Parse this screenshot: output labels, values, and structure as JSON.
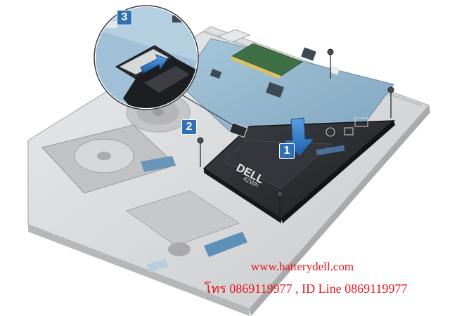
{
  "steps": {
    "step1": "1",
    "step2": "2",
    "step3": "3"
  },
  "battery": {
    "brand": "DELL",
    "capacity": "42Wh"
  },
  "overlay": {
    "website": "www.batterydell.com",
    "contact": "โทร 0869119977 , ID Line 0869119977"
  },
  "colors": {
    "badge_blue": "#2f6fb3",
    "overlay_red": "#e8141c",
    "chassis_gray": "#d9dadb",
    "board_blue": "#8eb4cc",
    "battery_dark": "#2b2d31"
  },
  "icons": {
    "arrow": "down-arrow-icon",
    "screw": "screw-icon"
  }
}
